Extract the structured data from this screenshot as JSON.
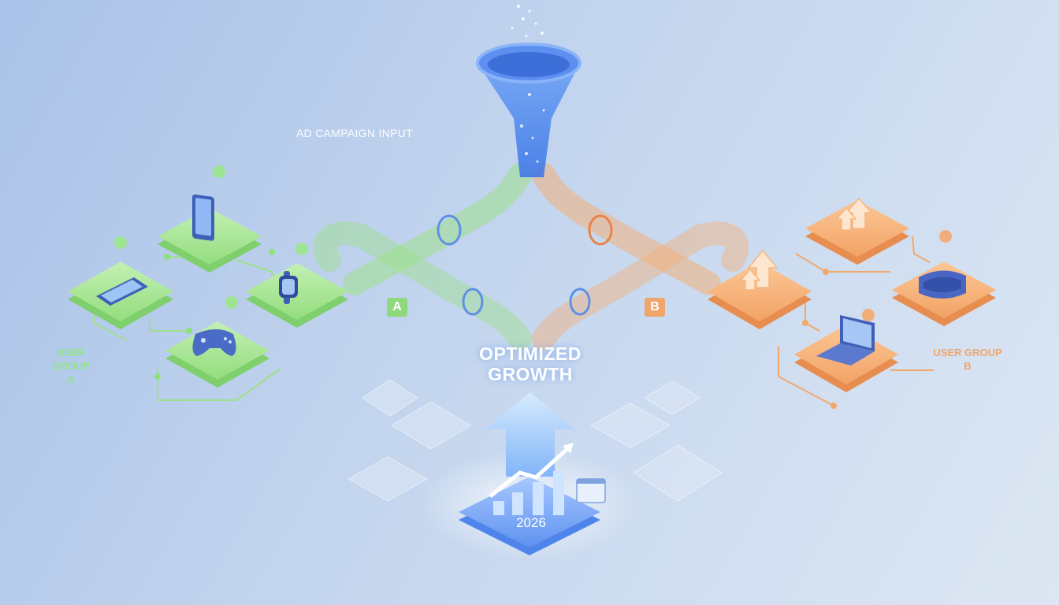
{
  "labels": {
    "input": "AD CAMPAIGN INPUT",
    "group_a_line1": "USER GROUP",
    "group_a_line2": "A",
    "group_b_line1": "USER GROUP",
    "group_b_line2": "B",
    "branch_a": "A",
    "branch_b": "B",
    "outcome_line1": "OPTIMIZED",
    "outcome_line2": "GROWTH",
    "year": "2026"
  },
  "colors": {
    "group_a": "#8fdf7d",
    "group_b": "#f2a86b",
    "funnel": "#5a8ff0",
    "outcome": "#6a9cf2"
  },
  "group_a_devices": [
    "tablet-icon",
    "phone-icon",
    "game-controller-icon",
    "smartwatch-icon"
  ],
  "group_b_devices": [
    "growth-arrows-icon",
    "growth-arrows-icon",
    "vr-headset-icon",
    "laptop-icon"
  ],
  "outcome_icons": [
    "up-arrow-icon",
    "bar-chart-icon",
    "trend-line-icon",
    "calendar-icon"
  ]
}
